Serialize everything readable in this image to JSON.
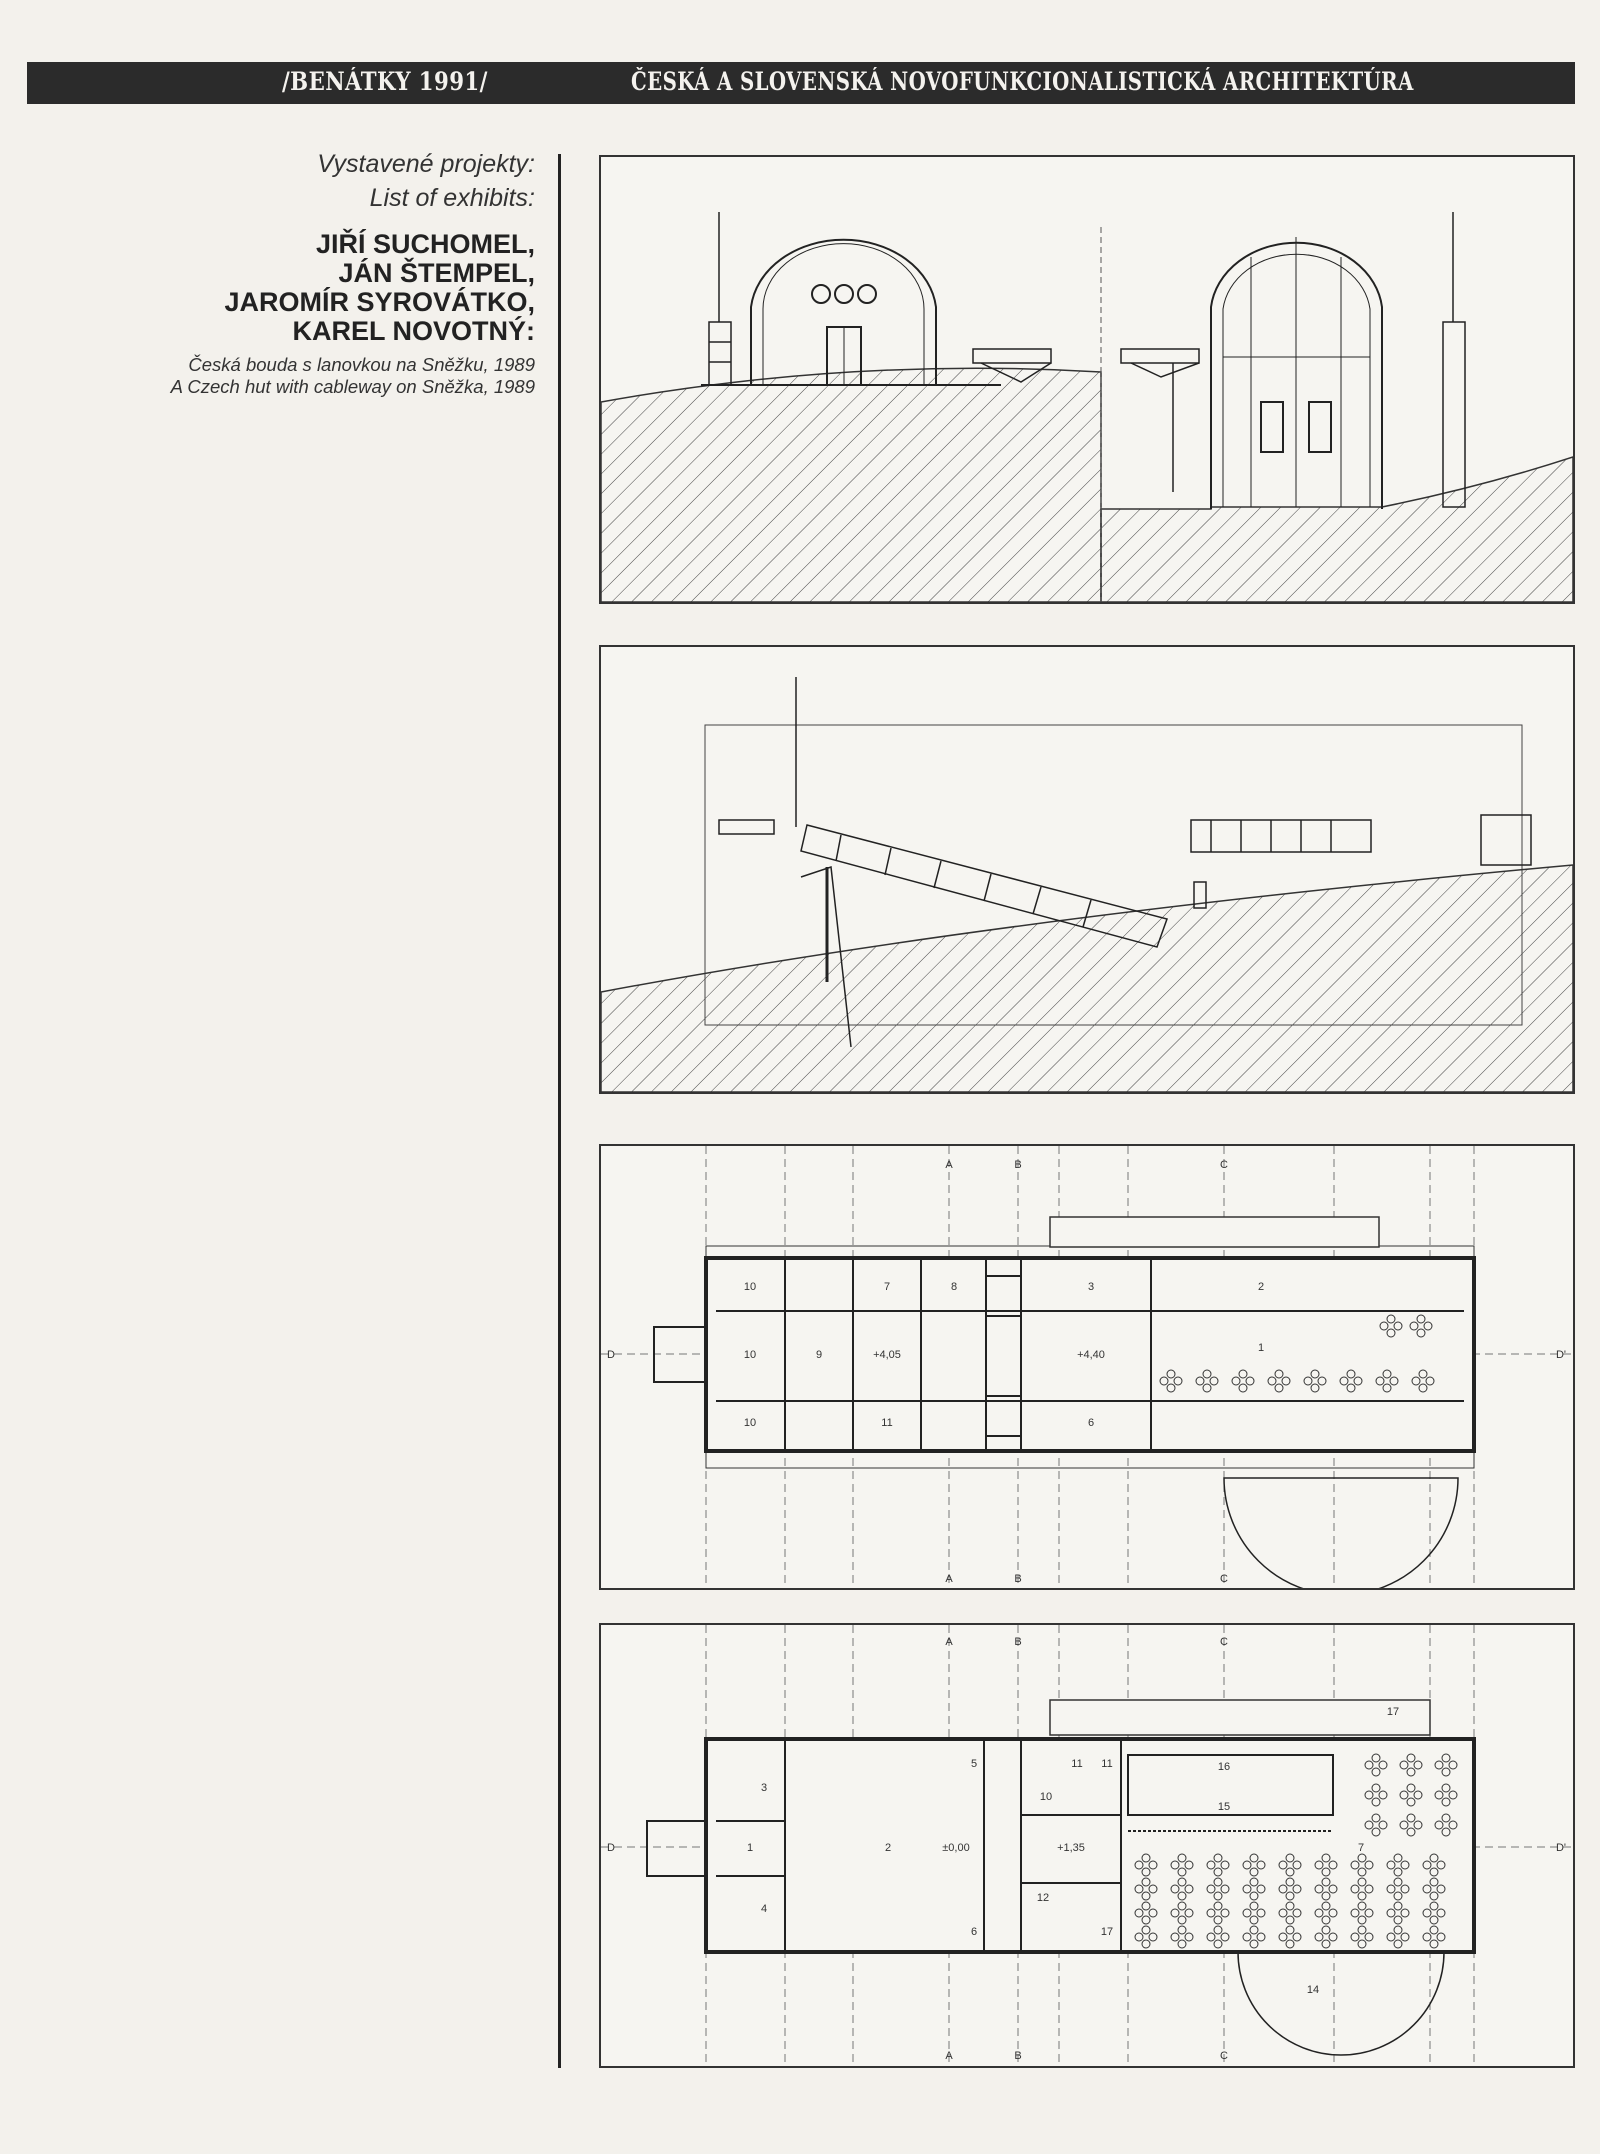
{
  "header": {
    "left": "/BENÁTKY 1991/",
    "title": "ČESKÁ A SLOVENSKÁ NOVOFUNKCIONALISTICKÁ ARCHITEKTÚRA"
  },
  "intro": {
    "cz_label": "Vystavené projekty:",
    "en_label": "List of exhibits:"
  },
  "authors": [
    "JIŘÍ SUCHOMEL,",
    "JÁN ŠTEMPEL,",
    "JAROMÍR SYROVÁTKO,",
    "KAREL NOVOTNÝ:"
  ],
  "project": {
    "cz": "Česká bouda s lanovkou na Sněžku, 1989",
    "en": "A Czech hut with cableway on Sněžka, 1989"
  },
  "plan_upper": {
    "axes": {
      "a": "A",
      "b": "B",
      "c": "C",
      "d": "D",
      "d2": "D'"
    },
    "rooms": [
      "10",
      "10",
      "10",
      "9",
      "+4,05",
      "7",
      "8",
      "3",
      "2",
      "1",
      "+4,40",
      "11",
      "6"
    ]
  },
  "plan_lower": {
    "axes": {
      "a": "A",
      "b": "B",
      "c": "C",
      "d": "D",
      "d2": "D'"
    },
    "rooms": [
      "3",
      "1",
      "4",
      "2",
      "±0,00",
      "5",
      "6",
      "11",
      "11",
      "10",
      "+1,35",
      "12",
      "17",
      "16",
      "15",
      "7",
      "17",
      "14"
    ]
  },
  "colors": {
    "ink": "#222222",
    "paper": "#f3f1ec",
    "header_bar": "#2b2b2b"
  }
}
